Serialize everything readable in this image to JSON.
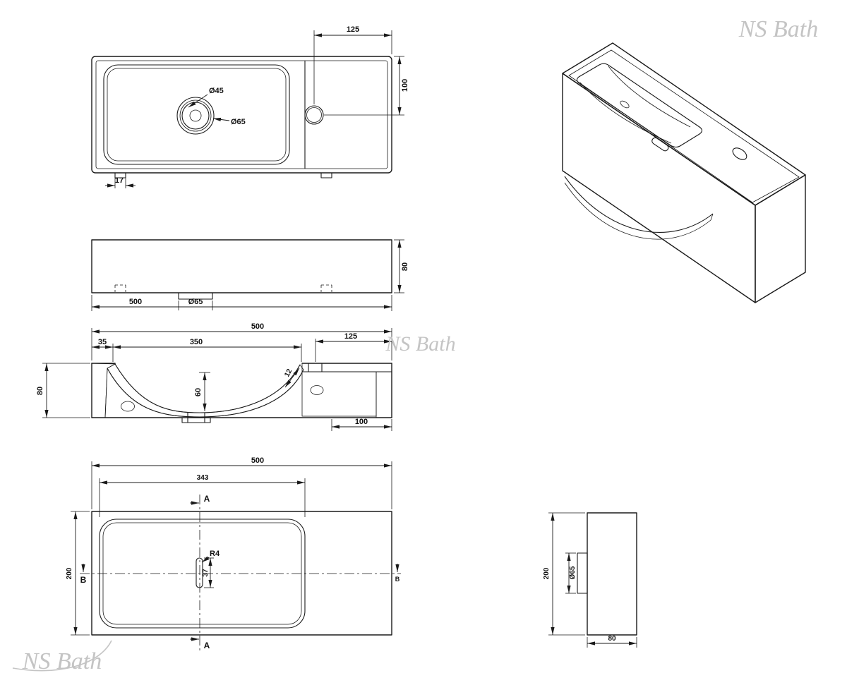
{
  "watermarks": {
    "top_right": "NS Bath",
    "middle": "NS Bath",
    "bottom_left": "NS Bath"
  },
  "top_view": {
    "dim_top": "125",
    "dim_right": "100",
    "dim_notch": "17",
    "drain_inner": "Ø45",
    "drain_outer": "Ø65"
  },
  "front_view": {
    "dim_width": "500",
    "drain": "Ø65",
    "dim_height": "80"
  },
  "section_view": {
    "dim_width": "500",
    "dim_rim": "35",
    "dim_basin": "350",
    "dim_deck": "125",
    "dim_depth": "60",
    "dim_thickness": "12",
    "dim_height": "80",
    "dim_deck_bottom": "100"
  },
  "bottom_view": {
    "dim_width": "500",
    "dim_basin": "343",
    "dim_depth": "200",
    "slot_radius": "R4",
    "slot_length": "37",
    "section_a": "A",
    "section_b": "B"
  },
  "side_view": {
    "dim_height": "200",
    "dim_width": "80",
    "drain": "Ø65"
  },
  "colors": {
    "line_color": "#1a1a1a",
    "watermark_color": "#c4c4c4"
  }
}
